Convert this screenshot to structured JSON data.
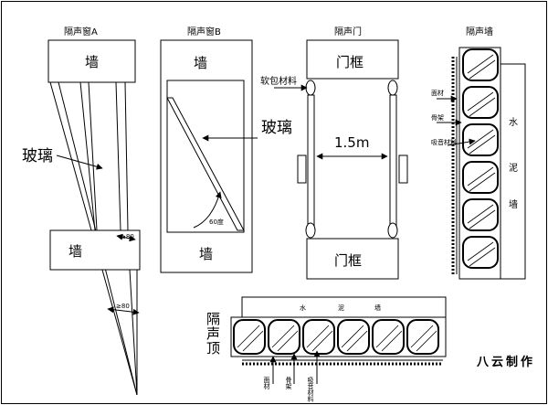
{
  "panel_a": {
    "title": "隔声窗A",
    "wall_top": "墙",
    "wall_bottom": "墙",
    "glass": "玻璃",
    "dim_small": "≥80",
    "dim_mid": "≥80"
  },
  "panel_b": {
    "title": "隔声窗B",
    "wall_top": "墙",
    "wall_bottom": "墙",
    "glass": "玻璃",
    "angle": "60度"
  },
  "panel_c": {
    "title": "隔声门",
    "frame_top": "门框",
    "frame_bottom": "门框",
    "soft_material": "软包材料",
    "width": "1.5m"
  },
  "panel_d": {
    "title": "隔声墙",
    "label_1": "面材",
    "label_2": "骨架",
    "label_3": "吸音材料",
    "wall_c1": "水",
    "wall_c2": "泥",
    "wall_c3": "墙"
  },
  "panel_e": {
    "title_1": "隔",
    "title_2": "声",
    "title_3": "顶",
    "slab_1": "水",
    "slab_2": "泥",
    "slab_3": "墙",
    "label_1": "面材",
    "label_2": "骨架",
    "label_3": "吸音材料"
  },
  "credit": "八云制作"
}
